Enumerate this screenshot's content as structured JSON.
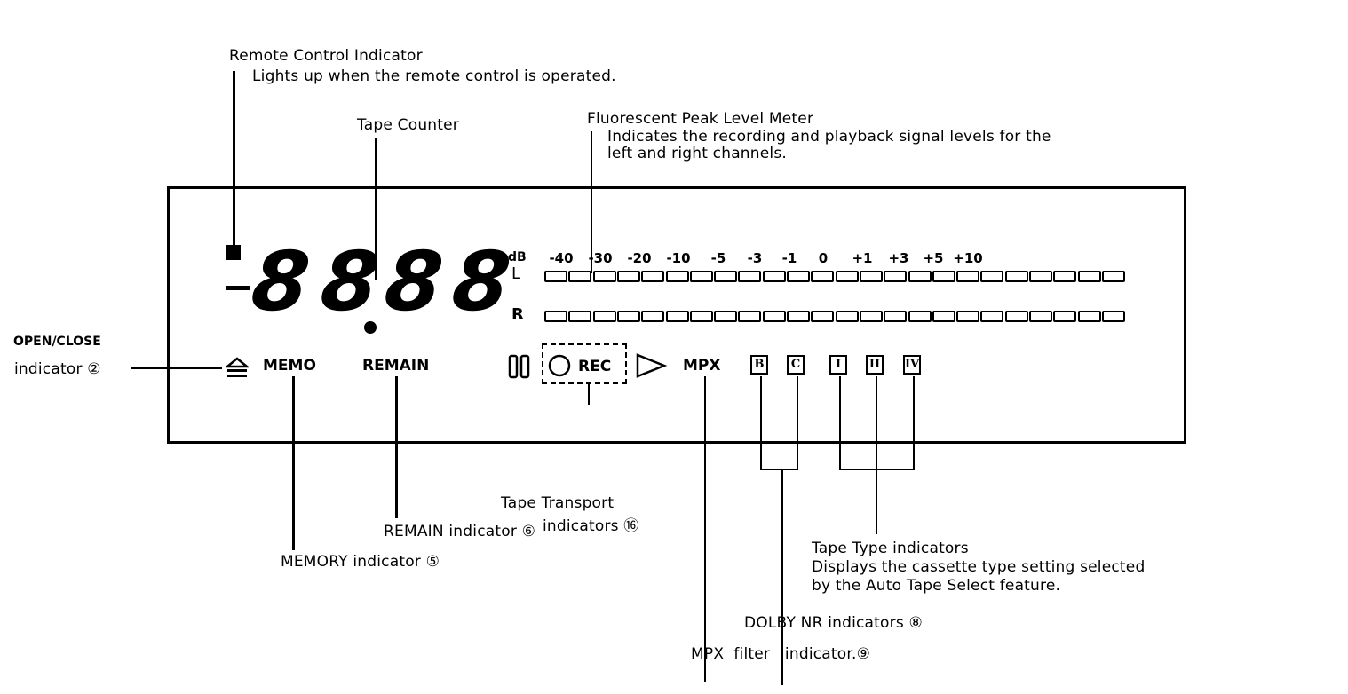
{
  "callouts": {
    "remote_title": "Remote Control Indicator",
    "remote_desc": "Lights up when the remote control is operated.",
    "tape_counter": "Tape Counter",
    "peak_meter_title": "Fluorescent Peak Level Meter",
    "peak_meter_desc_1": "Indicates the recording and playback signal levels for the",
    "peak_meter_desc_2": "left and right channels.",
    "open_close_1": "OPEN/CLOSE",
    "open_close_2": "indicator ②",
    "tape_transport_1": "Tape Transport",
    "tape_transport_2": "indicators ⑯",
    "remain_indicator": "REMAIN indicator ⑥",
    "memory_indicator": "MEMORY indicator ⑤",
    "tape_type_title": "Tape Type indicators",
    "tape_type_desc_1": "Displays the cassette type setting selected",
    "tape_type_desc_2": "by the Auto Tape Select feature.",
    "dolby_nr": "DOLBY NR indicators ⑧",
    "mpx_filter": "MPX  filter   indicator.⑨"
  },
  "display": {
    "counter_digits": [
      "8",
      "8",
      "8",
      "8"
    ],
    "minus_sign": "−",
    "db_label": "dB",
    "db_ticks": [
      "-40",
      "-30",
      "-20",
      "-10",
      "-5",
      "-3",
      "-1",
      "0",
      "+1",
      "+3",
      "+5",
      "+10"
    ],
    "channel_left": "L",
    "channel_right": "R",
    "meter_segments": 24,
    "memo": "MEMO",
    "remain": "REMAIN",
    "rec": "REC",
    "mpx": "MPX",
    "dolby_b": "B",
    "dolby_c": "C",
    "tape_1": "I",
    "tape_2": "II",
    "tape_4": "IV"
  },
  "icons": {
    "eject": "eject-icon",
    "pause": "pause-icon",
    "record": "record-circle-icon",
    "play": "play-triangle-icon",
    "remote": "remote-square-icon"
  }
}
